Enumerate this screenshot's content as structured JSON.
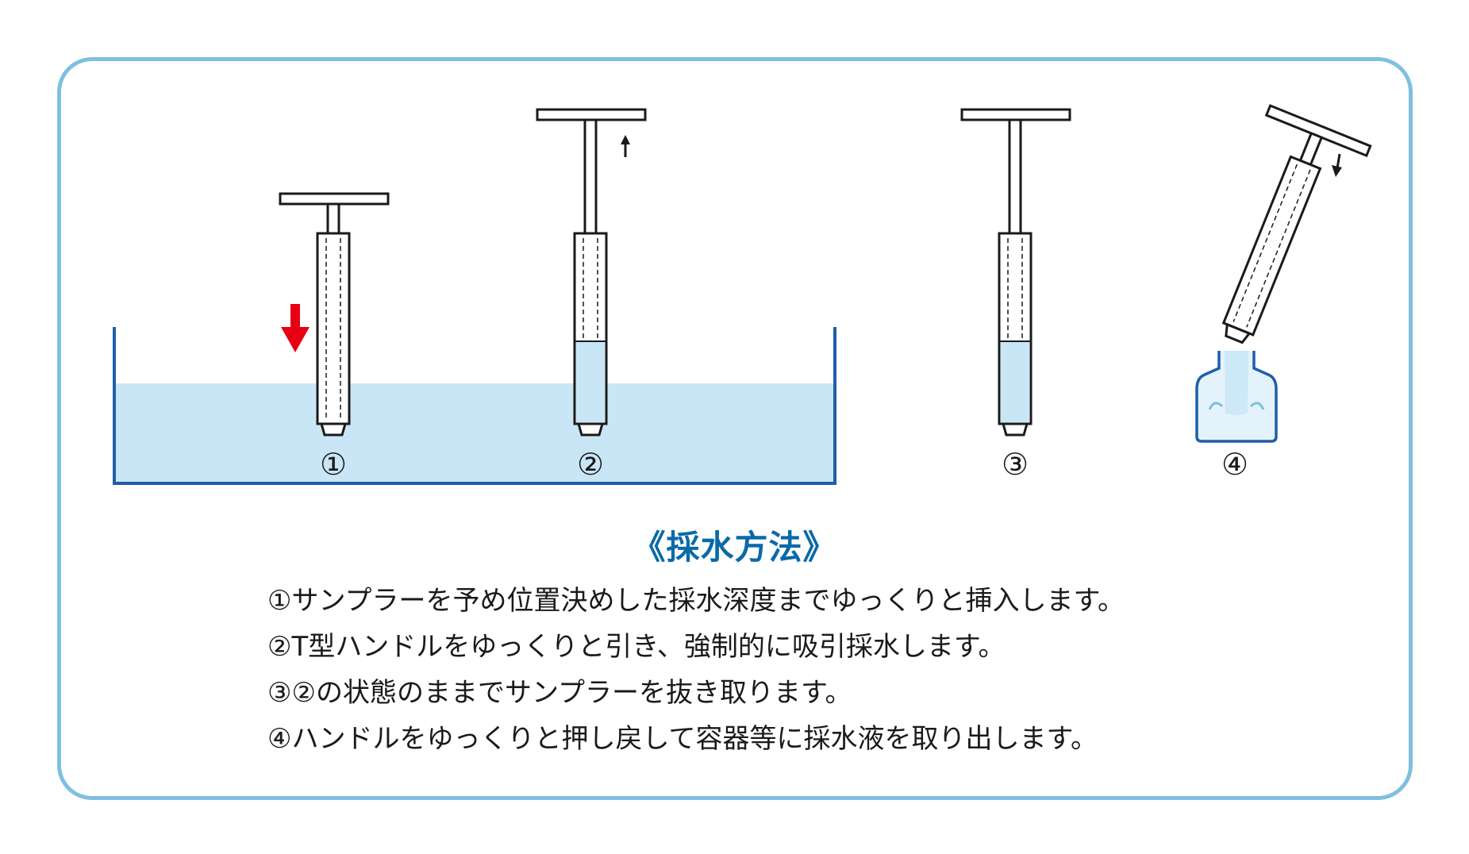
{
  "colors": {
    "frame": "#7ec0e0",
    "water": "#c9e6f6",
    "tank_wall": "#1d5fa8",
    "down_arrow": "#e60012",
    "title": "#0a6aa8"
  },
  "icons": [
    "down-arrow-icon",
    "up-arrow-icon",
    "tilt-arrow-icon"
  ],
  "labels": {
    "step1": "①",
    "step2": "②",
    "step3": "③",
    "step4": "④"
  },
  "title": "《採水方法》",
  "steps": [
    "①サンプラーを予め位置決めした採水深度までゆっくりと挿入します。",
    "②T型ハンドルをゆっくりと引き、強制的に吸引採水します。",
    "③②の状態のままでサンプラーを抜き取ります。",
    "④ハンドルをゆっくりと押し戻して容器等に採水液を取り出します。"
  ]
}
